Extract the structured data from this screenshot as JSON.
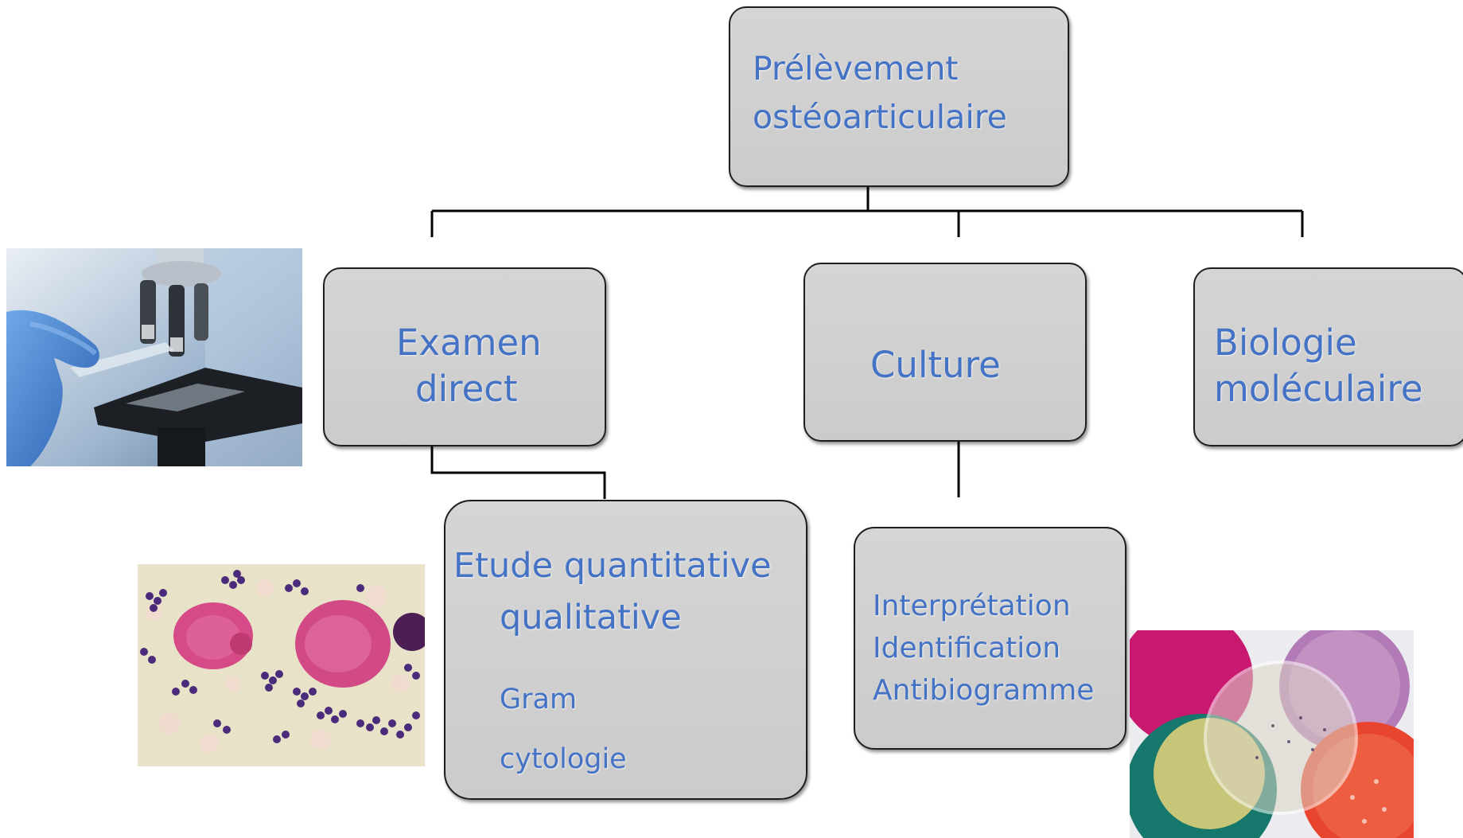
{
  "root": {
    "line1": "Prélèvement",
    "line2": "ostéoarticulaire"
  },
  "branches": {
    "examen": {
      "line1": "Examen",
      "line2": "direct"
    },
    "culture": {
      "label": "Culture"
    },
    "biologie": {
      "line1": "Biologie",
      "line2": "moléculaire"
    }
  },
  "etude": {
    "line1": "Etude quantitative",
    "line2": "qualitative",
    "items": [
      "Gram",
      "cytologie"
    ]
  },
  "culture_detail": {
    "items": [
      "Interprétation",
      "Identification",
      "Antibiogramme"
    ]
  },
  "colors": {
    "text": "#4472c4",
    "box_fill": "#d0d0d0",
    "box_border": "#1e1e1e",
    "connector": "#000000"
  },
  "images": [
    {
      "name": "microscope-photo"
    },
    {
      "name": "gram-stain-micrograph"
    },
    {
      "name": "petri-dishes-photo"
    }
  ]
}
